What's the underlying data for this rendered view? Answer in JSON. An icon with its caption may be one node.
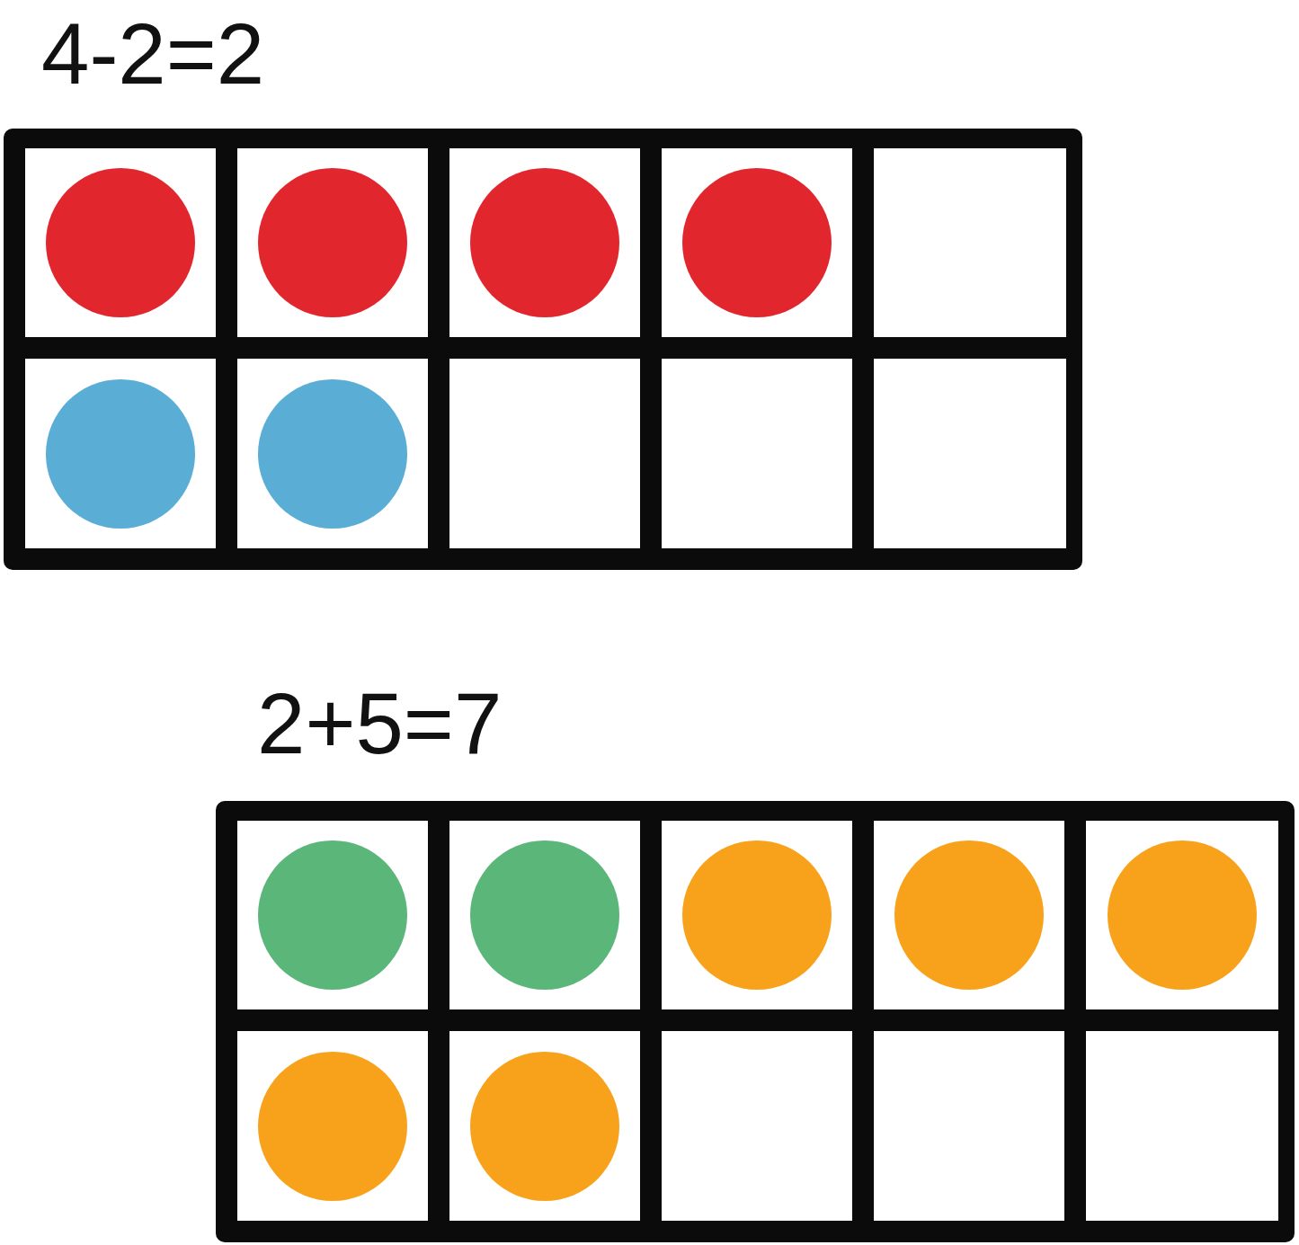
{
  "diagram": {
    "nodes": [
      {
        "text": [],
        "shape": "box"
      },
      {
        "text": [],
        "shape": "circle",
        "in": 0
      },
      {
        "text": [],
        "shape": "circle",
        "in": 0
      },
      {
        "text": [],
        "shape": "circle",
        "in": 0
      },
      {
        "text": [],
        "shape": "circle",
        "in": 0
      },
      {
        "text": [],
        "shape": "circle",
        "in": 0
      },
      {
        "text": [],
        "shape": "circle",
        "in": 0
      },
      {
        "text": [],
        "shape": "box"
      },
      {
        "text": [],
        "shape": "circle",
        "in": 7
      },
      {
        "text": [],
        "shape": "circle",
        "in": 7
      },
      {
        "text": [],
        "shape": "circle",
        "in": 7
      },
      {
        "text": [],
        "shape": "circle",
        "in": 7
      },
      {
        "text": [],
        "shape": "circle",
        "in": 7
      },
      {
        "text": [],
        "shape": "circle",
        "in": 7
      },
      {
        "text": [],
        "shape": "circle",
        "in": 7
      }
    ],
    "labels": [
      "4-2=2",
      "2+5=7"
    ]
  }
}
